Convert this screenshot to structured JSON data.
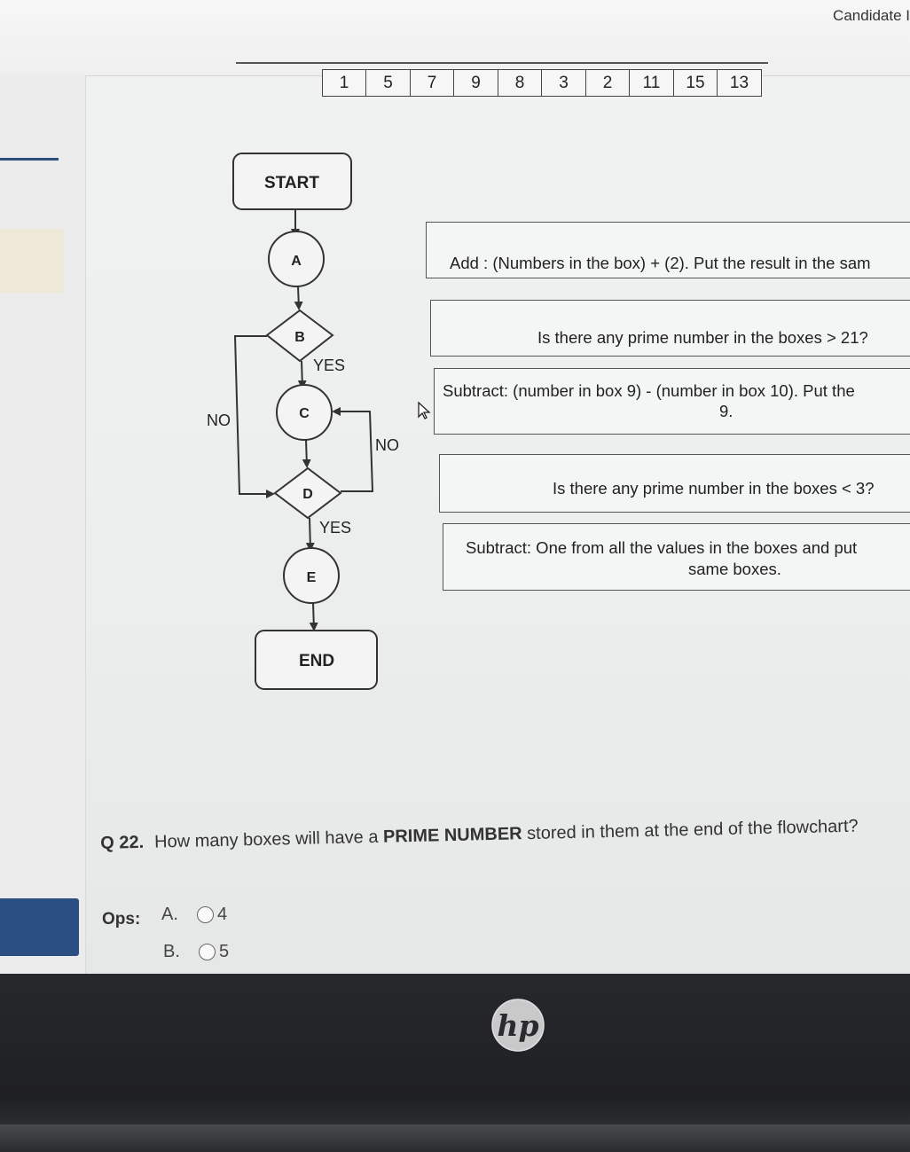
{
  "header": {
    "candidate_label": "Candidate I"
  },
  "boxes": [
    "1",
    "5",
    "7",
    "9",
    "8",
    "3",
    "2",
    "11",
    "15",
    "13"
  ],
  "flowchart": {
    "start": "START",
    "end": "END",
    "nodes": [
      "A",
      "B",
      "C",
      "D",
      "E"
    ],
    "yes_label": "YES",
    "no_label": "NO"
  },
  "legend": {
    "a": {
      "line1": "Add : (Numbers in the box) + (2). Put the result in the sam"
    },
    "b": {
      "line1": "Is there any prime number in the boxes > 21?"
    },
    "c": {
      "line1": "Subtract: (number in box 9) - (number in box 10). Put the",
      "line2": "9."
    },
    "d": {
      "line1": "Is there any prime number in the boxes < 3?"
    },
    "e": {
      "line1": "Subtract: One from all the values in the boxes and put",
      "line2": "same boxes."
    }
  },
  "question": {
    "number": "Q 22.",
    "text_before": "How many boxes will have a ",
    "text_bold": "PRIME NUMBER",
    "text_after": " stored in them at the end of the flowchart?",
    "ops_label": "Ops:",
    "options": [
      {
        "letter": "A.",
        "value": "4"
      },
      {
        "letter": "B.",
        "value": "5"
      }
    ]
  },
  "brand": {
    "logo": "hp"
  }
}
